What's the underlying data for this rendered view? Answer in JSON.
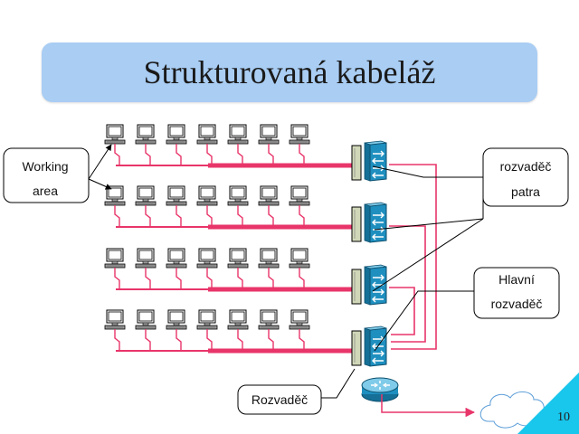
{
  "title": "Strukturovaná kabeláž",
  "callouts": {
    "working_area": [
      "Working",
      "area"
    ],
    "floor_distributor": [
      "rozvaděč",
      "patra"
    ],
    "main_distributor": [
      "Hlavní",
      "rozvaděč"
    ],
    "distributor": "Rozvaděč"
  },
  "page_number": "10",
  "diagram": {
    "floors": 4,
    "workstations_per_floor": 7,
    "icons": [
      "workstation-icon",
      "patch-panel-icon",
      "switch-icon",
      "router-icon",
      "cloud-icon"
    ],
    "colors": {
      "cable": "#e8356a",
      "switch": "#1e8fbf",
      "patch_panel": "#cfd7b8",
      "title_background": "#a9cdf3",
      "corner_triangle": "#19c6ec"
    }
  }
}
